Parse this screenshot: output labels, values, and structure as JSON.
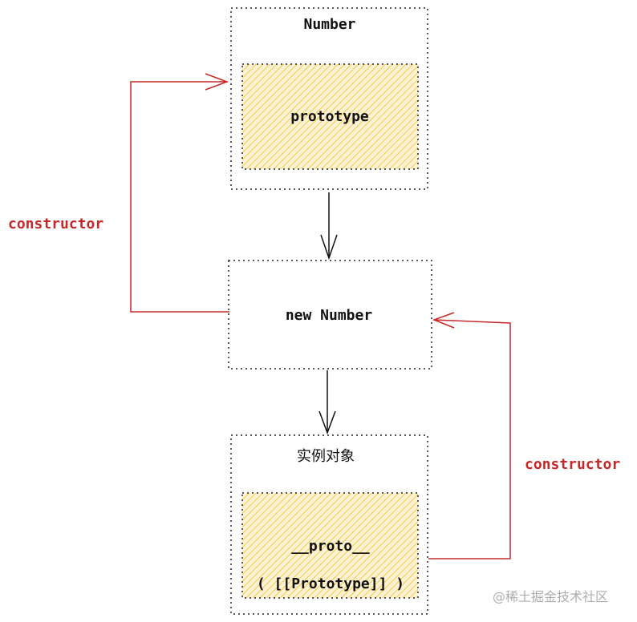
{
  "nodes": {
    "number": {
      "title": "Number",
      "inner": "prototype"
    },
    "new_number": {
      "title": "new Number"
    },
    "instance": {
      "title": "实例对象",
      "inner_line1": "__proto__",
      "inner_line2": "( [[Prototype]] )"
    }
  },
  "edges": {
    "left_label": "constructor",
    "right_label": "constructor"
  },
  "watermark": "@稀土掘金技术社区",
  "colors": {
    "accent": "#c62828",
    "hatch": "#f2c94c",
    "hatch_bg": "#fdf3d4",
    "border": "#222222"
  }
}
